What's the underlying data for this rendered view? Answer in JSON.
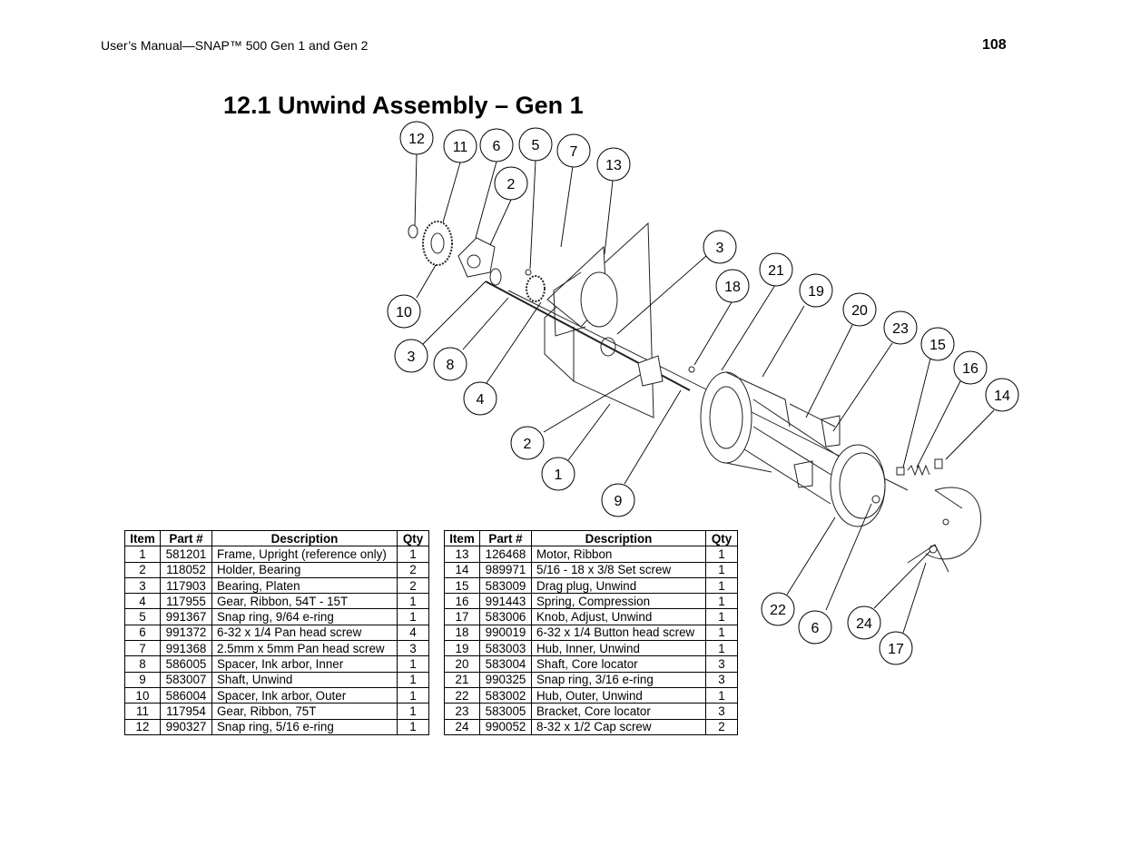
{
  "header": {
    "manual_title": "User’s Manual—SNAP™ 500 Gen 1 and Gen 2",
    "page_number": "108"
  },
  "section_title": "12.1 Unwind Assembly – Gen 1",
  "diagram": {
    "callouts": [
      "12",
      "11",
      "6",
      "5",
      "7",
      "13",
      "2",
      "3",
      "21",
      "18",
      "19",
      "20",
      "23",
      "15",
      "16",
      "14",
      "10",
      "3",
      "8",
      "4",
      "2",
      "1",
      "9",
      "22",
      "6",
      "24",
      "17"
    ]
  },
  "table": {
    "headers": [
      "Item",
      "Part #",
      "Description",
      "Qty"
    ],
    "left_rows": [
      [
        "1",
        "581201",
        "Frame, Upright (reference only)",
        "1"
      ],
      [
        "2",
        "118052",
        "Holder, Bearing",
        "2"
      ],
      [
        "3",
        "117903",
        "Bearing, Platen",
        "2"
      ],
      [
        "4",
        "117955",
        "Gear, Ribbon, 54T - 15T",
        "1"
      ],
      [
        "5",
        "991367",
        "Snap ring, 9/64 e-ring",
        "1"
      ],
      [
        "6",
        "991372",
        "6-32 x 1/4 Pan head screw",
        "4"
      ],
      [
        "7",
        "991368",
        "2.5mm x 5mm Pan head screw",
        "3"
      ],
      [
        "8",
        "586005",
        "Spacer, Ink arbor, Inner",
        "1"
      ],
      [
        "9",
        "583007",
        "Shaft, Unwind",
        "1"
      ],
      [
        "10",
        "586004",
        "Spacer, Ink arbor, Outer",
        "1"
      ],
      [
        "11",
        "117954",
        "Gear, Ribbon, 75T",
        "1"
      ],
      [
        "12",
        "990327",
        "Snap ring, 5/16 e-ring",
        "1"
      ]
    ],
    "right_rows": [
      [
        "13",
        "126468",
        "Motor, Ribbon",
        "1"
      ],
      [
        "14",
        "989971",
        "5/16 - 18 x 3/8 Set screw",
        "1"
      ],
      [
        "15",
        "583009",
        "Drag plug, Unwind",
        "1"
      ],
      [
        "16",
        "991443",
        "Spring, Compression",
        "1"
      ],
      [
        "17",
        "583006",
        "Knob, Adjust, Unwind",
        "1"
      ],
      [
        "18",
        "990019",
        "6-32 x 1/4 Button head screw",
        "1"
      ],
      [
        "19",
        "583003",
        "Hub, Inner, Unwind",
        "1"
      ],
      [
        "20",
        "583004",
        "Shaft, Core locator",
        "3"
      ],
      [
        "21",
        "990325",
        "Snap ring, 3/16 e-ring",
        "3"
      ],
      [
        "22",
        "583002",
        "Hub, Outer, Unwind",
        "1"
      ],
      [
        "23",
        "583005",
        "Bracket, Core locator",
        "3"
      ],
      [
        "24",
        "990052",
        "8-32 x 1/2 Cap screw",
        "2"
      ]
    ]
  }
}
